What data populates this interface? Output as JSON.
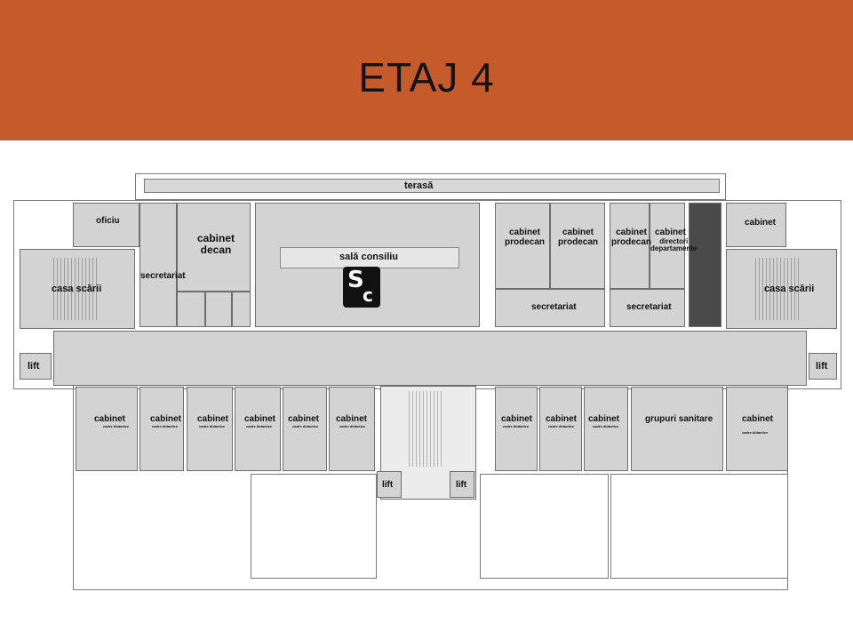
{
  "banner": {
    "title": "ETAJ 4",
    "color": "#c55a2b"
  },
  "labels": {
    "terasa": "terasă",
    "oficiu": "oficiu",
    "cabinet_decan": "cabinet\ndecan",
    "secretariat_left": "secretariat",
    "sala_consiliu": "sală consiliu",
    "cabinet_prodecan_1": "cabinet\nprodecan",
    "cabinet_prodecan_2": "cabinet\nprodecan",
    "cabinet_prodecan_3": "cabinet\nprodecan",
    "cabinet_directori": "cabinet",
    "directori_departamente": "directori\ndepartamente",
    "cabinet_top_right": "cabinet",
    "casa_scarii_left": "casa scării",
    "casa_scarii_right": "casa scării",
    "secretariat_mid": "secretariat",
    "secretariat_right": "secretariat",
    "lift_left": "lift",
    "lift_right": "lift",
    "lift_center_1": "lift",
    "lift_center_2": "lift",
    "cabinet_b1": "cabinet",
    "cabinet_b2": "cabinet",
    "cabinet_b3": "cabinet",
    "cabinet_b4": "cabinet",
    "cabinet_b5": "cabinet",
    "cabinet_b6": "cabinet",
    "cabinet_b7": "cabinet",
    "cabinet_b8": "cabinet",
    "cabinet_b9": "cabinet",
    "cadre_didactice": "cadre didactice",
    "grupuri_sanitare": "grupuri sanitare",
    "cabinet_b10": "cabinet",
    "logo_s": "S",
    "logo_c": "c"
  }
}
